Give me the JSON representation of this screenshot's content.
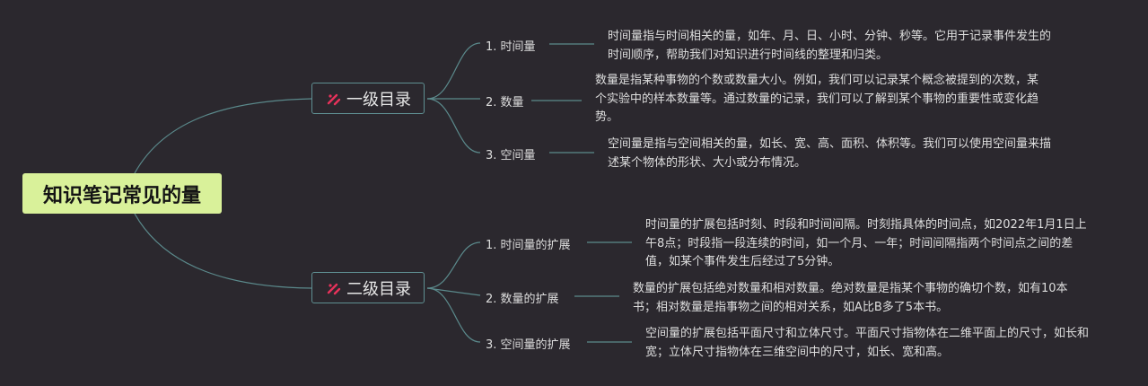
{
  "root": {
    "title": "知识笔记常见的量"
  },
  "sections": [
    {
      "title": "一级目录",
      "icon": "pen-ruler-icon",
      "items": [
        {
          "label": "1. 时间量",
          "desc": "时间量指与时间相关的量，如年、月、日、小时、分钟、秒等。它用于记录事件发生的时间顺序，帮助我们对知识进行时间线的整理和归类。"
        },
        {
          "label": "2. 数量",
          "desc": "数量是指某种事物的个数或数量大小。例如，我们可以记录某个概念被提到的次数，某个实验中的样本数量等。通过数量的记录，我们可以了解到某个事物的重要性或变化趋势。"
        },
        {
          "label": "3. 空间量",
          "desc": "空间量是指与空间相关的量，如长、宽、高、面积、体积等。我们可以使用空间量来描述某个物体的形状、大小或分布情况。"
        }
      ]
    },
    {
      "title": "二级目录",
      "icon": "pen-ruler-icon",
      "items": [
        {
          "label": "1. 时间量的扩展",
          "desc": "时间量的扩展包括时刻、时段和时间间隔。时刻指具体的时间点，如2022年1月1日上午8点；时段指一段连续的时间，如一个月、一年；时间间隔指两个时间点之间的差值，如某个事件发生后经过了5分钟。"
        },
        {
          "label": "2. 数量的扩展",
          "desc": "数量的扩展包括绝对数量和相对数量。绝对数量是指某个事物的确切个数，如有10本书；相对数量是指事物之间的相对关系，如A比B多了5本书。"
        },
        {
          "label": "3. 空间量的扩展",
          "desc": "空间量的扩展包括平面尺寸和立体尺寸。平面尺寸指物体在二维平面上的尺寸，如长和宽；立体尺寸指物体在三维空间中的尺寸，如长、宽和高。"
        }
      ]
    }
  ]
}
